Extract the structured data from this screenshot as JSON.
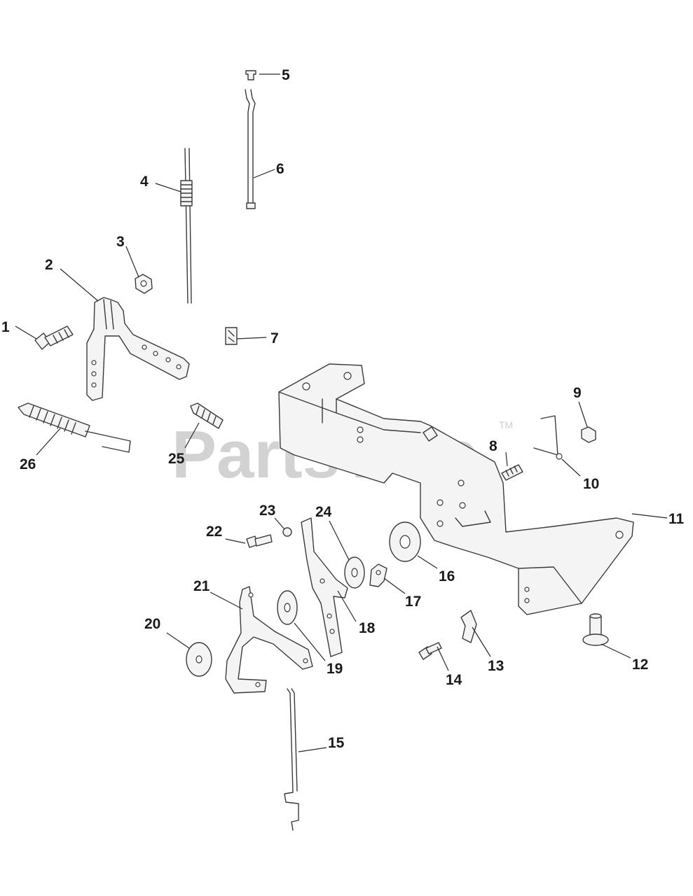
{
  "watermark": {
    "text": "PartsTree",
    "trademark": "TM"
  },
  "callouts": {
    "c1": "1",
    "c2": "2",
    "c3": "3",
    "c4": "4",
    "c5": "5",
    "c6": "6",
    "c7": "7",
    "c8": "8",
    "c9": "9",
    "c10": "10",
    "c11": "11",
    "c12": "12",
    "c13": "13",
    "c14": "14",
    "c15": "15",
    "c16": "16",
    "c17": "17",
    "c18": "18",
    "c19": "19",
    "c20": "20",
    "c21": "21",
    "c22": "22",
    "c23": "23",
    "c24": "24",
    "c25": "25",
    "c26": "26"
  }
}
